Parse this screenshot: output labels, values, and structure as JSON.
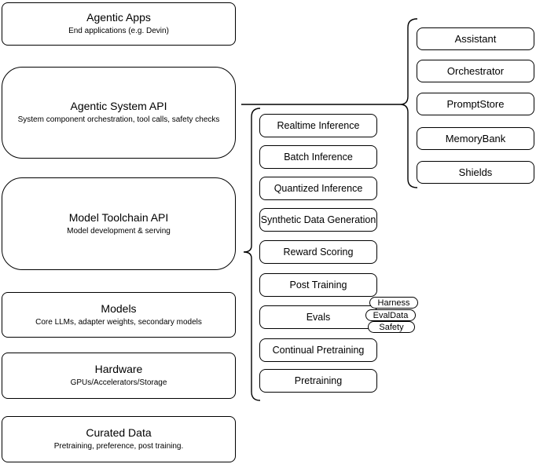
{
  "diagram": {
    "layers": [
      {
        "title": "Agentic Apps",
        "subtitle": "End applications (e.g. Devin)"
      },
      {
        "title": "Agentic System API",
        "subtitle": "System component orchestration, tool calls, safety checks"
      },
      {
        "title": "Model Toolchain API",
        "subtitle": "Model development & serving"
      },
      {
        "title": "Models",
        "subtitle": "Core LLMs, adapter weights, secondary models"
      },
      {
        "title": "Hardware",
        "subtitle": "GPUs/Accelerators/Storage"
      },
      {
        "title": "Curated Data",
        "subtitle": "Pretraining, preference, post training."
      }
    ],
    "toolchain_ops": [
      "Realtime Inference",
      "Batch Inference",
      "Quantized Inference",
      "Synthetic Data Generation",
      "Reward Scoring",
      "Post Training",
      "Evals",
      "Continual Pretraining",
      "Pretraining"
    ],
    "eval_tags": [
      "Harness",
      "EvalData",
      "Safety"
    ],
    "system_components": [
      "Assistant",
      "Orchestrator",
      "PromptStore",
      "MemoryBank",
      "Shields"
    ],
    "colors": {
      "stroke": "#000000",
      "fill": "#ffffff",
      "text": "#000000"
    }
  }
}
